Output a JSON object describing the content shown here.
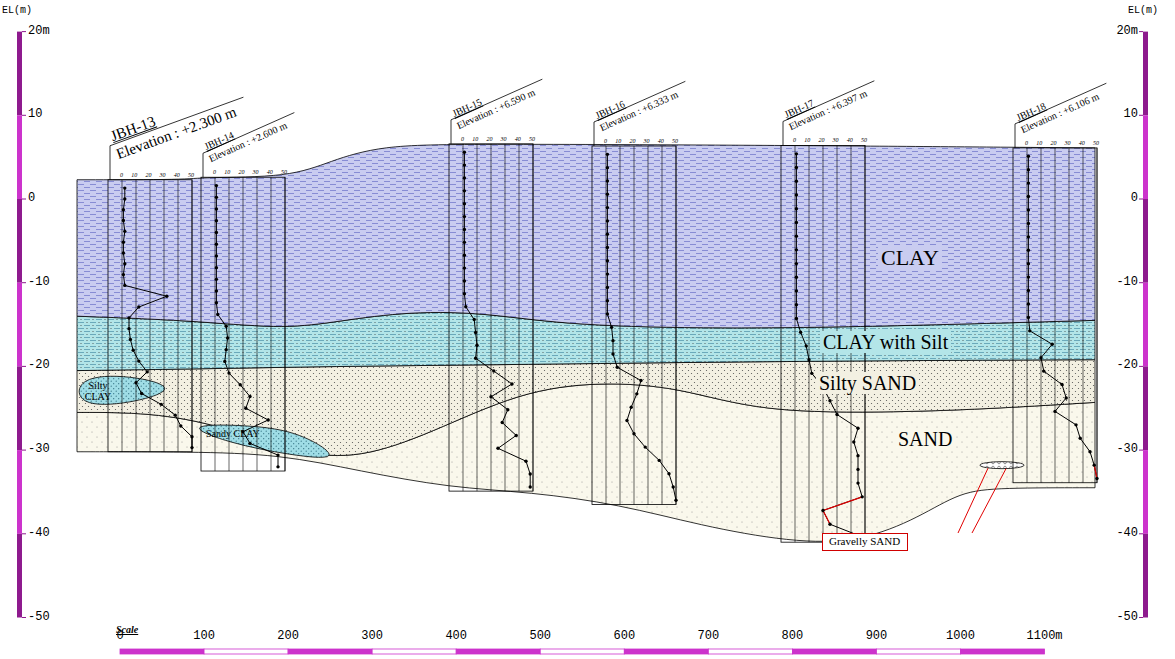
{
  "diagram": {
    "nodes": [
      {
        "text": [
          "Gravelly SAND"
        ]
      }
    ],
    "labels": [
      "EL(m)",
      "EL(m)",
      "20m",
      "10",
      "0",
      "-10",
      "-20",
      "-30",
      "-40",
      "-50",
      "20m",
      "10",
      "0",
      "-10",
      "-20",
      "-30",
      "-40",
      "-50",
      "JBH-13",
      "Elevation : +2.300 m",
      "0 10 20 30 40 50",
      "JBH-14",
      "Elevation : +2.600 m",
      "0 10 20 30 40 50",
      "JBH-15",
      "Elevation : +6.590 m",
      "0 10 20 30 40 50",
      "JBH-16",
      "Elevation : +6.333 m",
      "0 10 20 30 40 50",
      "JBH-17",
      "Elevation : +6.397 m",
      "0 10 20 30 40 50",
      "JBH-18",
      "Elevation : +6.106 m",
      "0 10 20 30 40 50",
      "CLAY",
      "CLAY with Silt",
      "Silty SAND",
      "SAND",
      "Silty CLAY",
      "Sandy CLAY",
      "Scale",
      "0",
      "100",
      "200",
      "300",
      "400",
      "500",
      "600",
      "700",
      "800",
      "900",
      "1000",
      "1100m"
    ]
  }
}
